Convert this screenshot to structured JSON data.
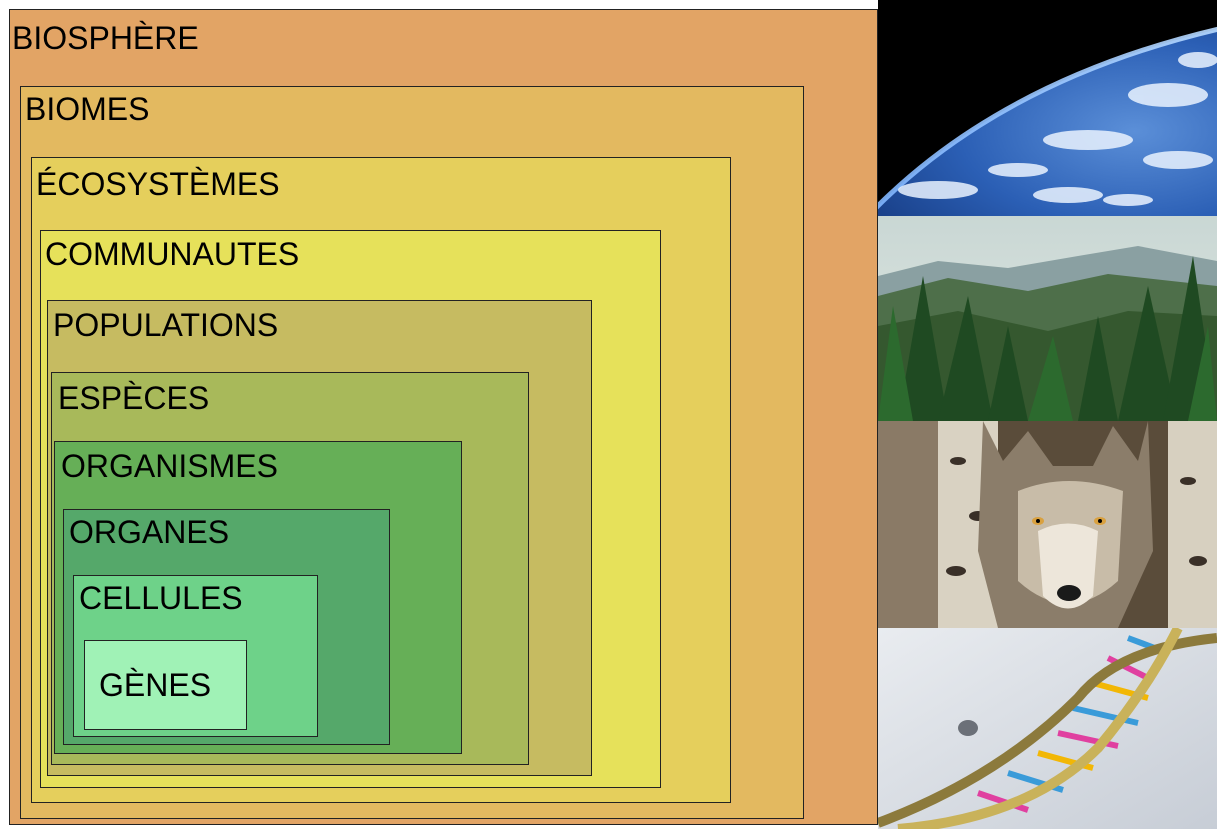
{
  "levels": [
    {
      "label": "BIOSPHÈRE",
      "color": "#E2A465"
    },
    {
      "label": "BIOMES",
      "color": "#E3B960"
    },
    {
      "label": "ÉCOSYSTÈMES",
      "color": "#E5CF5C"
    },
    {
      "label": "COMMUNAUTES",
      "color": "#E6E15A"
    },
    {
      "label": "POPULATIONS",
      "color": "#C6BB61"
    },
    {
      "label": "ESPÈCES",
      "color": "#A8B95A"
    },
    {
      "label": "ORGANISMES",
      "color": "#66AF57"
    },
    {
      "label": "ORGANES",
      "color": "#55A86A"
    },
    {
      "label": "CELLULES",
      "color": "#6ED289"
    },
    {
      "label": "GÈNES",
      "color": "#A0F2B6"
    }
  ],
  "photos": [
    {
      "icon": "earth-from-space-photo"
    },
    {
      "icon": "forest-mountain-photo"
    },
    {
      "icon": "wolf-photo"
    },
    {
      "icon": "dna-helix-photo"
    }
  ]
}
